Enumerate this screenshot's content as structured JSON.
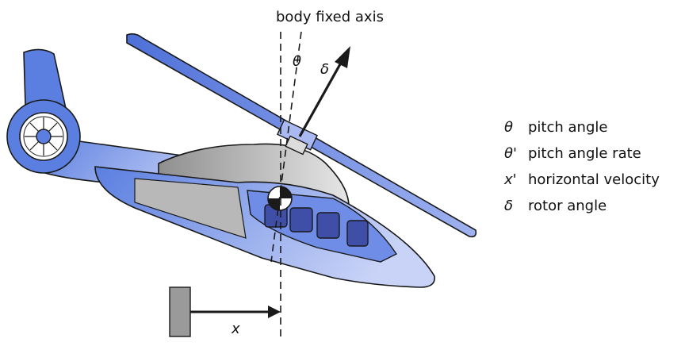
{
  "diagram": {
    "axis_label": "body fixed axis",
    "angle_theta": "θ",
    "angle_delta": "δ",
    "position_label": "x"
  },
  "legend": [
    {
      "symbol": "θ",
      "label": "pitch angle"
    },
    {
      "symbol": "θ'",
      "label": "pitch angle rate"
    },
    {
      "symbol": "x'",
      "label": "horizontal velocity"
    },
    {
      "symbol": "δ",
      "label": "rotor angle"
    }
  ],
  "colors": {
    "body_blue": "#5b7fe0",
    "body_light_blue": "#aab9f2",
    "window_blue": "#3f4fa8",
    "gray_dark": "#9a9a9a",
    "gray_light": "#dcdcdc",
    "outline": "#1a1a1a"
  }
}
